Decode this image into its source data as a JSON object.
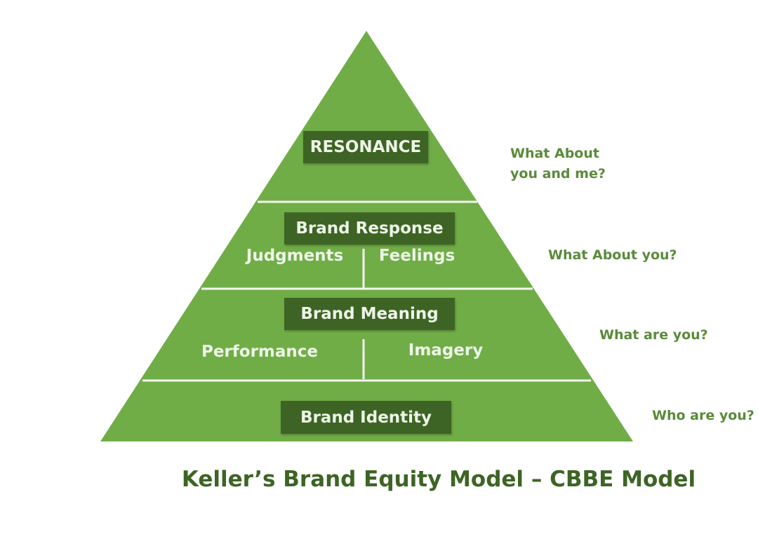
{
  "title": "Keller’s Brand Equity Model – CBBE Model",
  "colors": {
    "pyramid_fill": "#70ad47",
    "label_box": "#3d6424",
    "divider": "#f4f9ef",
    "question_text": "#5a8a3a",
    "title_text": "#3d6424"
  },
  "levels": [
    {
      "label": "RESONANCE",
      "sub_labels": [],
      "question": "What About you and me?",
      "question_lines": [
        "What About",
        "you and me?"
      ]
    },
    {
      "label": "Brand Response",
      "sub_labels": [
        "Judgments",
        "Feelings"
      ],
      "question": "What About you?"
    },
    {
      "label": "Brand Meaning",
      "sub_labels": [
        "Performance",
        "Imagery"
      ],
      "question": "What are you?"
    },
    {
      "label": "Brand Identity",
      "sub_labels": [],
      "question": "Who are you?"
    }
  ]
}
